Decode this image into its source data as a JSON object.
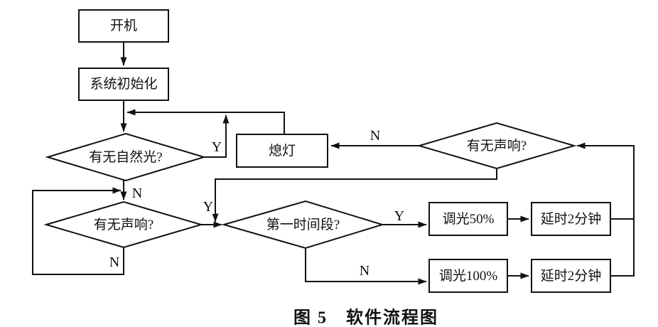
{
  "figure": {
    "caption": "图 5　软件流程图"
  },
  "nodes": {
    "power_on": {
      "label": "开机",
      "type": "process"
    },
    "system_init": {
      "label": "系统初始化",
      "type": "process"
    },
    "natural_light": {
      "label": "有无自然光?",
      "type": "decision"
    },
    "lights_off": {
      "label": "熄灯",
      "type": "process"
    },
    "sound_left": {
      "label": "有无声响?",
      "type": "decision"
    },
    "first_period": {
      "label": "第一时间段?",
      "type": "decision"
    },
    "sound_right": {
      "label": "有无声响?",
      "type": "decision"
    },
    "dim_50": {
      "label": "调光50%",
      "type": "process"
    },
    "delay_1": {
      "label": "延时2分钟",
      "type": "process"
    },
    "dim_100": {
      "label": "调光100%",
      "type": "process"
    },
    "delay_2": {
      "label": "延时2分钟",
      "type": "process"
    }
  },
  "branch_labels": {
    "natural_light_yes": "Y",
    "natural_light_no": "N",
    "sound_left_yes": "Y",
    "sound_left_no": "N",
    "first_period_yes": "Y",
    "first_period_no": "N",
    "sound_right_no": "N"
  },
  "colors": {
    "ink": "#111111",
    "background": "#ffffff"
  }
}
